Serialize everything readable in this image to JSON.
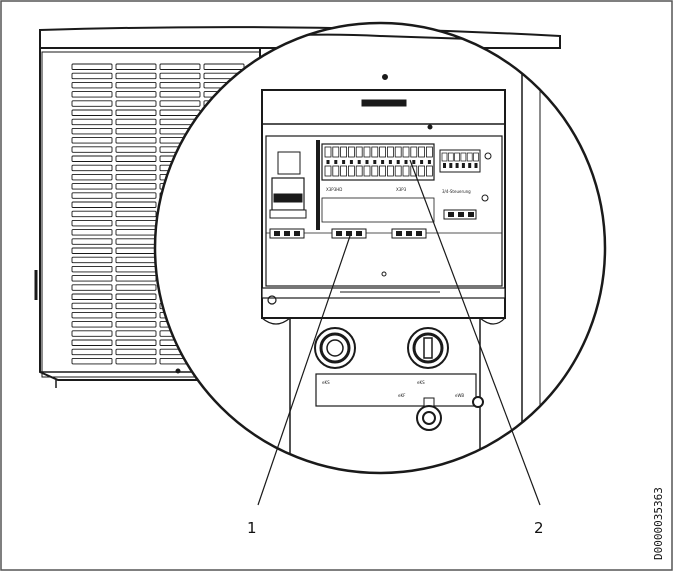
{
  "figure": {
    "callouts": [
      {
        "number": "1"
      },
      {
        "number": "2"
      }
    ],
    "document_id": "D0000035363",
    "terminal_labels": [
      "X3P3HD",
      "X3P3",
      "3/4-Steuerung"
    ],
    "cable_entry_labels": [
      "eKS",
      "eKS",
      "eKF",
      "eWB"
    ],
    "colors": {
      "line": "#1a1a1a",
      "fill": "#ffffff",
      "frame": "#555555"
    }
  }
}
